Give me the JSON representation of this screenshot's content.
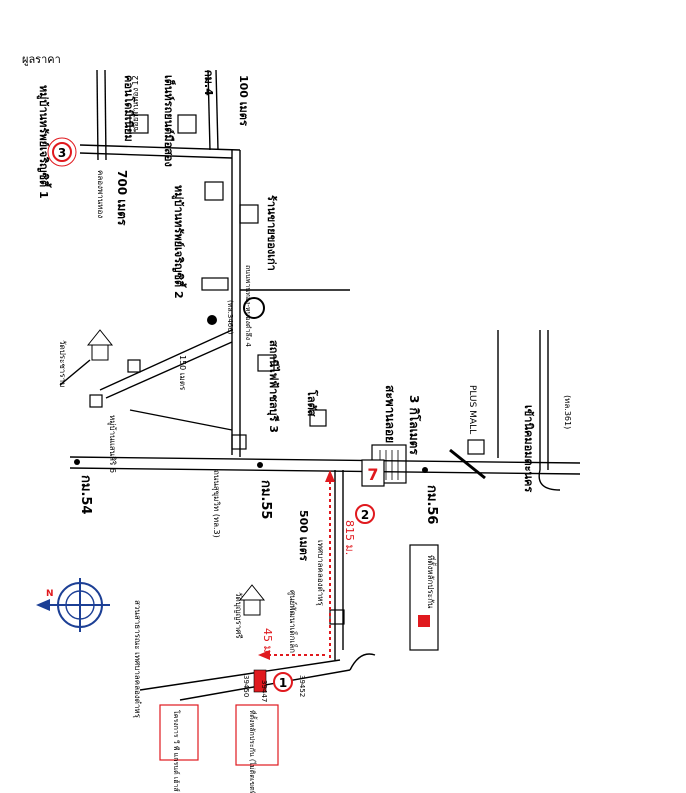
{
  "corner_note": "ผูลราคา",
  "labels": {
    "village_1": "หมู่บ้านทรัพย์เจริญซิตี้ 1",
    "dist_700": "700 เมตร",
    "canal": "คลองพานทอง",
    "road_12": "ซอยพานทอง 12",
    "condo": "คอนโดมิเนียม",
    "used_cars": "เต็นท์รถยนต์มือสอง",
    "km4": "กม.4",
    "dist_100": "100 เมตร",
    "village_2": "หมู่บ้านทรัพย์เจริญซิตี้ 2",
    "antiques": "ร้านขายของเก่า",
    "road_4": "ถนนพานทอง-หนองตำลึง 4",
    "hwy_3466": "(ทล.3466)",
    "temple_1": "วัดประชาราม",
    "dist_150": "150 เมตร",
    "village_6": "หมู่บ้านแสนสิริ 6",
    "power": "สถานีไฟฟ้าชลบุรี 3",
    "lotus": "โลตัส",
    "bridge": "สะพานลอย",
    "km3": "3 กิโลเมตร",
    "plus_mall": "PLUS MALL",
    "amata": "เข้านิคมอมตะนคร",
    "hwy_361": "(ทล.361)",
    "km54": "กม.54",
    "km55": "กม.55",
    "km56": "กม.56",
    "dist_500": "500 เมตร",
    "dist_815": "815 ม.",
    "dist_45": "45 ม.",
    "temple_2": "วัดบุญญราศรี",
    "school": "ศูนย์พัฒนาเด็กเล็ก",
    "road_main": "ถนนสุขุมวิท (ทล.3)",
    "road_canal": "เทศบาลคลองตำหรุ",
    "park": "สวนสาธารณะ เทศบาลคลองตำหรุ",
    "project": "โครงการ วี พี แกรนด์ เฮ้าส์",
    "legend_text": "ที่ตั้งหลักประกัน",
    "site_box": "ที่ตั้งหลักประกัน (ไม่ติดเขตที่)",
    "plot_1": "39450",
    "plot_2": "39447",
    "plot_3": "39452",
    "marker_1": "1",
    "marker_2": "2",
    "marker_3": "3",
    "seven_eleven": "7",
    "compass": "N"
  },
  "colors": {
    "route": "#e0191e",
    "marker": "#e0191e",
    "ink": "#000000",
    "compass_blue": "#1c3f95"
  }
}
